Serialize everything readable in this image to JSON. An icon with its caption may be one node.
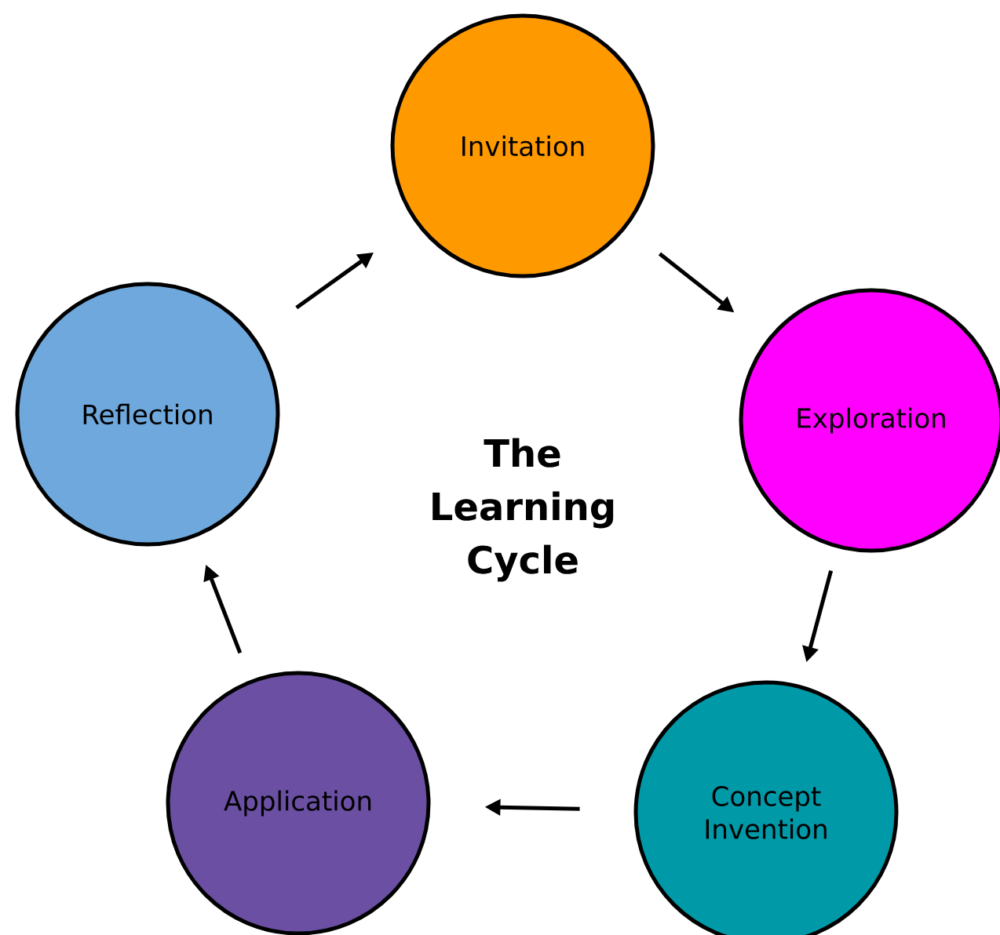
{
  "diagram": {
    "title": "The Learning Cycle",
    "nodes": [
      {
        "text": [
          "Invitation"
        ]
      },
      {
        "text": [
          "Exploration"
        ]
      },
      {
        "text": [
          "Concept Invention"
        ]
      },
      {
        "text": [
          "Application"
        ]
      },
      {
        "text": [
          "Reflection"
        ]
      }
    ],
    "edges": [
      {
        "from": 0,
        "to": 1,
        "arrow": "to"
      },
      {
        "from": 1,
        "to": 2,
        "arrow": "to"
      },
      {
        "from": 2,
        "to": 3,
        "arrow": "to"
      },
      {
        "from": 3,
        "to": 4,
        "arrow": "to"
      },
      {
        "from": 4,
        "to": 0,
        "arrow": "to"
      }
    ]
  }
}
